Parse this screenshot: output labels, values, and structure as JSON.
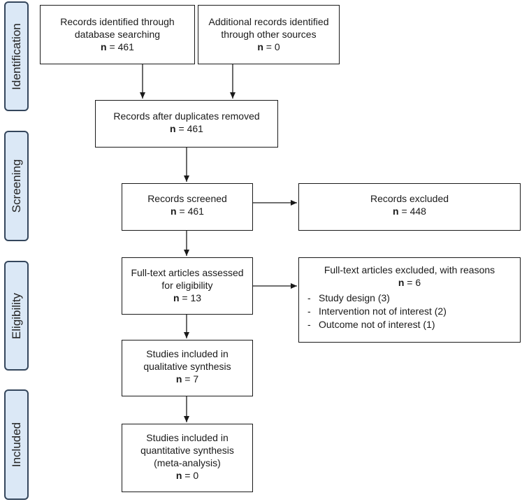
{
  "phases": [
    {
      "key": "identification",
      "label": "Identification"
    },
    {
      "key": "screening",
      "label": "Screening"
    },
    {
      "key": "eligibility",
      "label": "Eligibility"
    },
    {
      "key": "included",
      "label": "Included"
    }
  ],
  "boxes": {
    "db_search": {
      "text": "Records identified through database searching",
      "n_label": "n",
      "n_value": "= 461"
    },
    "other_sources": {
      "text": "Additional records identified through other sources",
      "n_label": "n",
      "n_value": "= 0"
    },
    "duplicates_removed": {
      "text": "Records after duplicates removed",
      "n_label": "n",
      "n_value": "= 461"
    },
    "screened": {
      "text": "Records screened",
      "n_label": "n",
      "n_value": "= 461"
    },
    "excluded": {
      "text": "Records excluded",
      "n_label": "n",
      "n_value": "= 448"
    },
    "fulltext_assessed": {
      "text": "Full-text articles assessed for eligibility",
      "n_label": "n",
      "n_value": "= 13"
    },
    "fulltext_excluded": {
      "text": "Full-text articles excluded, with reasons",
      "n_label": "n",
      "n_value": "= 6",
      "reasons": [
        "Study design (3)",
        "Intervention not of interest (2)",
        "Outcome not of interest (1)"
      ]
    },
    "qualitative": {
      "text": "Studies included in qualitative synthesis",
      "n_label": "n",
      "n_value": "= 7"
    },
    "quantitative": {
      "text": "Studies included in quantitative synthesis (meta-analysis)",
      "n_label": "n",
      "n_value": "= 0"
    }
  },
  "colors": {
    "phase_fill": "#dbe8f6",
    "phase_border": "#34465c",
    "line": "#1a1a1a"
  }
}
